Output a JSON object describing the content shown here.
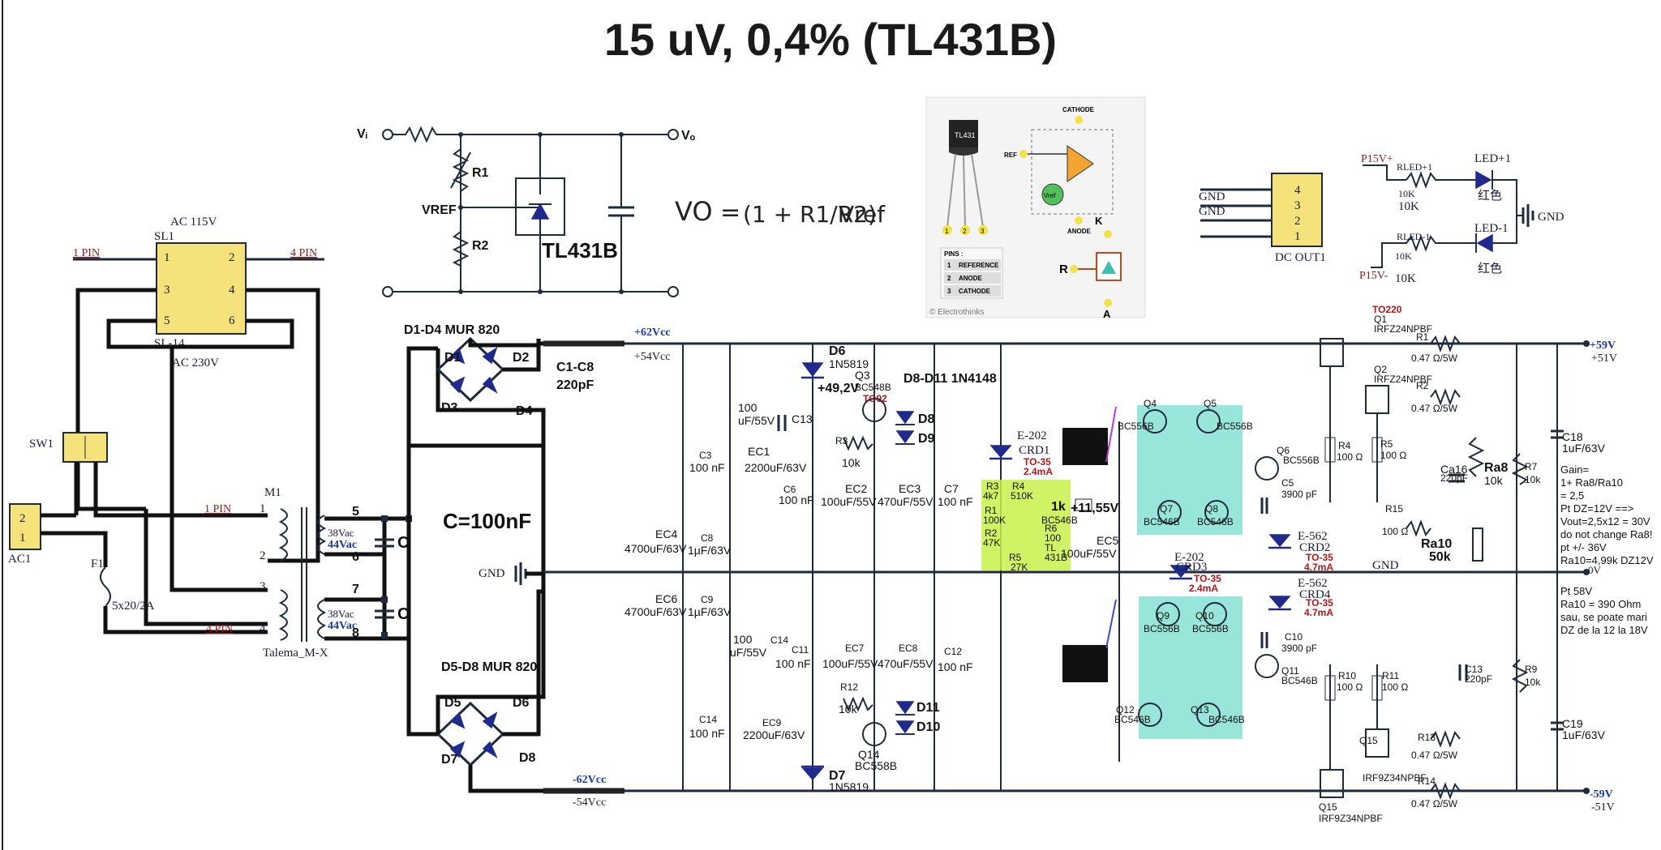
{
  "title": "15 uV, 0,4% (TL431B)",
  "tl431_circuit": {
    "vi": "Vᵢ",
    "vo": "Vₒ",
    "r1": "R1",
    "r2": "R2",
    "vref": "VREF",
    "part": "TL431B",
    "formula_vo": "VO",
    "formula_eq": "=",
    "formula_body": "(1 + R1/R2)",
    "formula_vref": "Vref"
  },
  "pinout": {
    "pkg_label": "TL431",
    "cathode": "CATHODE",
    "anode": "ANODE",
    "ref": "REF",
    "vref": "Vref",
    "pins_title": "PINS :",
    "pins": [
      "REFERENCE",
      "ANODE",
      "CATHODE"
    ],
    "pin_nums": [
      "1",
      "2",
      "3"
    ],
    "k": "K",
    "r": "R",
    "a": "A",
    "credit": "© Electrothinks"
  },
  "dc_out": {
    "gnd1": "GND",
    "gnd2": "GND",
    "pins": [
      "4",
      "3",
      "2",
      "1"
    ],
    "label": "DC OUT1"
  },
  "led_block": {
    "p15vp": "P15V+",
    "rled_p": "RLED+1",
    "r10k_1": "10K",
    "r10k_1b": "10K",
    "led_p": "LED+1",
    "red1": "红色",
    "gnd": "GND",
    "led_m": "LED-1",
    "rled_m": "RLED-1",
    "r10k_2": "10K",
    "p15vm": "P15V-",
    "r10k_2b": "10K",
    "red2": "红色"
  },
  "input": {
    "ac115": "AC 115V",
    "sl1": "SL1",
    "sl14": "SL-14",
    "ac230": "AC 230V",
    "pin1_a": "1 PIN",
    "pin4_a": "4 PIN",
    "pin1_b": "1 PIN",
    "pin4_b": "4 PIN",
    "sw1": "SW1",
    "ac1": "AC1",
    "m1": "M1",
    "f1": "F1",
    "fuse": "5x20/2A",
    "transformer": "Talema_M-X",
    "sec1_v": "38Vac",
    "sec1_v2": "44Vac",
    "sec2_v": "38Vac",
    "sec2_v2": "44Vac",
    "cap_c1": "C",
    "cap_c2": "C",
    "c100n": "C=100nF",
    "gnd": "GND",
    "d14": "D1-D4 MUR 820",
    "d58": "D5-D8 MUR 820",
    "c18": "C1-C8",
    "c18v": "220pF",
    "d_labels": [
      "D1",
      "D2",
      "D3",
      "D4",
      "D5",
      "D6",
      "D7",
      "D8"
    ],
    "sl_pins": [
      "1",
      "2",
      "3",
      "4",
      "5",
      "6"
    ],
    "m1_pins": [
      "1",
      "2",
      "3",
      "4",
      "5",
      "6",
      "7",
      "8"
    ]
  },
  "rails": {
    "p62": "+62Vcc",
    "p54": "+54Vcc",
    "n62": "-62Vcc",
    "n54": "-54Vcc",
    "p59": "+59V",
    "p51": "+51V",
    "ov": "0V",
    "n59": "-59V",
    "n51": "-51V",
    "gnd_out": "GND"
  },
  "reg": {
    "d6": "D6",
    "d6p": "1N5819",
    "v492": "+49,2V",
    "d7": "D7",
    "d7p": "1N5819",
    "q3": "Q3",
    "q3p": "BC548B",
    "to92": "TO92",
    "d811": "D8-D11 1N4148",
    "d8": "D8",
    "d9": "D9",
    "d10": "D10",
    "d11": "D11",
    "c100u_a": "100",
    "c100u_a2": "uF/55V",
    "c13": "C13",
    "ec1": "EC1",
    "ec1v": "2200uF/63V",
    "c3": "C3",
    "c3v": "100 nF",
    "r3": "R3",
    "r3v": "10k",
    "c6": "C6",
    "c6v": "100 nF",
    "ec2": "EC2",
    "ec2v": "100uF/55V",
    "ec3": "EC3",
    "ec3v": "470uF/55V",
    "c7": "C7",
    "c7v": "100 nF",
    "ec4": "EC4",
    "ec4v": "4700uF/63V",
    "c8": "C8",
    "c8v": "1µF/63V",
    "ec6": "EC6",
    "ec6v": "4700uF/63V",
    "c9": "C9",
    "c9v": "1µF/63V",
    "c100u_b": "100",
    "c100u_b2": "uF/55V",
    "c14a": "C14",
    "c11": "C11",
    "c11v": "100 nF",
    "ec7": "EC7",
    "ec7v": "100uF/55V",
    "ec8": "EC8",
    "ec8v": "470uF/55V",
    "c12": "C12",
    "c12v": "100 nF",
    "c14b": "C14",
    "c14bv": "100 nF",
    "ec9": "EC9",
    "ec9v": "2200uF/63V",
    "r12": "R12",
    "r12v": "10k",
    "q14": "Q14",
    "q14p": "BC558B",
    "e202a": "E-202",
    "crd1": "CRD1",
    "to35a": "TO-35",
    "ma24a": "2.4mA",
    "r3b": "R3",
    "r3bv": "4k7",
    "r4": "R4",
    "r4v": "510K",
    "r1": "R1",
    "r1v": "100K",
    "r2": "R2",
    "r2v": "47K",
    "r5": "R5",
    "r5v": "27K",
    "r6": "R6",
    "r6v": "100",
    "tl": "TL",
    "tl431b": "431B",
    "bc546b": "BC546B",
    "r1k": "1k",
    "v1155": "+11,55V",
    "ec5": "EC5",
    "ec5v": "100uF/55V"
  },
  "amp": {
    "q4": "Q4",
    "q4p": "BC556B",
    "q5": "Q5",
    "q5p": "BC556B",
    "q6": "Q6",
    "q6p": "BC556B",
    "q7": "Q7",
    "q7p": "BC546B",
    "q8": "Q8",
    "q8p": "BC546B",
    "q9": "Q9",
    "q9p": "BC556B",
    "q10": "Q10",
    "q10p": "BC556B",
    "q11": "Q11",
    "q11p": "BC546B",
    "q12": "Q12",
    "q12p": "BC546B",
    "q13": "Q13",
    "q13p": "BC546B",
    "e202b": "E-202",
    "crd3": "CRD3",
    "to35b": "TO-35",
    "ma24b": "2.4mA",
    "e562a": "E-562",
    "crd2": "CRD2",
    "to35c": "TO-35",
    "ma47a": "4.7mA",
    "e562b": "E-562",
    "crd4": "CRD4",
    "to35d": "TO-35",
    "ma47b": "4.7mA",
    "c5": "C5",
    "c5v": "3900 pF",
    "c10": "C10",
    "c10v": "3900 pF"
  },
  "out": {
    "to220": "TO220",
    "q1": "Q1",
    "q1p": "IRFZ24NPBF",
    "q2": "Q2",
    "q2p": "IRFZ24NPBF",
    "r1": "R1",
    "r1v": "0.47 Ω/5W",
    "r2": "R2",
    "r2v": "0.47 Ω/5W",
    "r4": "R4",
    "r4v": "100 Ω",
    "r5": "R5",
    "r5v": "100 Ω",
    "ca16": "Ca16",
    "ca16v": "220pF",
    "ra8": "Ra8",
    "ra8v": "10k",
    "r7": "R7",
    "r7v": "10k",
    "r15": "R15",
    "r15v": "100 Ω",
    "ra10": "Ra10",
    "ra10v": "50k",
    "c18": "C18",
    "c18v": "1uF/63V",
    "c19": "C19",
    "c19v": "1uF/63V",
    "c13": "C13",
    "c13v": "220pF",
    "r9": "R9",
    "r9v": "10k",
    "r10": "R10",
    "r10v": "100 Ω",
    "r11": "R11",
    "r11v": "100 Ω",
    "q15a": "Q15",
    "q15ap": "IRF9Z34NPBF",
    "q15b": "Q15",
    "q15bp": "IRF9Z34NPBF",
    "r13": "R13",
    "r13v": "0.47 Ω/5W",
    "r14": "R14",
    "r14v": "0.47 Ω/5W"
  },
  "notes": {
    "gain": [
      "Gain=",
      "1+ Ra8/Ra10",
      "= 2,5",
      "Pt DZ=12V ==>",
      "Vout=2,5x12 = 30V",
      "do not change Ra8!",
      "pt +/- 36V",
      "Ra10=4,99k DZ12V"
    ],
    "v58": [
      "Pt 58V",
      "Ra10 = 390 Ohm",
      "sau, se poate mari",
      "DZ de la 12 la 18V"
    ]
  },
  "colors": {
    "wire": "#1f2a3c",
    "teal_box": "#7ee0cf",
    "lime_box": "#c8f04a",
    "pin_yellow": "#f2e24a",
    "blue_text": "#1a3aa8",
    "red_text": "#b01818"
  }
}
